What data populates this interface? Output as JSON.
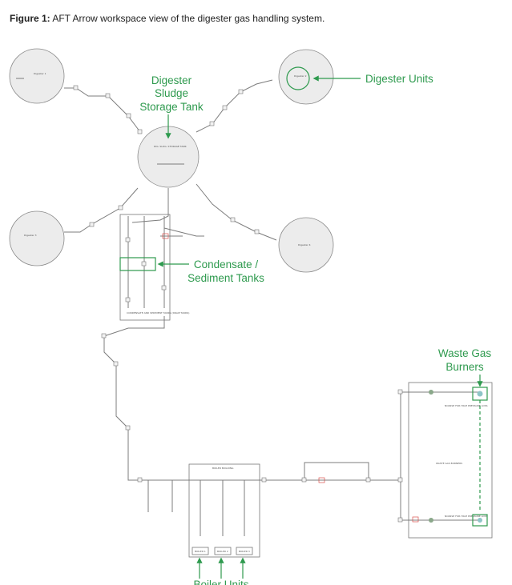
{
  "caption": {
    "prefix": "Figure 1:",
    "text": " AFT Arrow workspace view of the digester gas handling system."
  },
  "annotations": {
    "digester_units": "Digester Units",
    "storage_tank": [
      "Digester",
      "Sludge",
      "Storage Tank"
    ],
    "condensate": [
      "Condensate /",
      "Sediment Tanks"
    ],
    "waste_gas": [
      "Waste Gas",
      "Burners"
    ],
    "boiler_units": "Boiler Units"
  },
  "labels": {
    "digester1": "Digester 1",
    "digester2": "Digester 2",
    "digester3": "Digester 3",
    "digester4": "Digester 4",
    "storage": "DIG. SLDG. STORAGE TANK",
    "boiler_building": "BOILER BUILDING",
    "waste_gas_burners": "WASTE GAS BURNERS",
    "condensate_box": "CONDENSATE AND SEDIMENT TANKS (DRAIP TANKS)",
    "boiler1": "BOILER 1",
    "boiler2": "BOILER 2",
    "boiler3": "BOILER 3",
    "nozzle_upper": "NOZZLE FOR HIGH PRESSURE LOSS",
    "nozzle_lower": "NOZZLE FOR HIGH PRESSURE LOSS"
  },
  "colors": {
    "accent": "#2e9a4e",
    "pipe": "#7c7c7c",
    "valve": "#d9534f"
  }
}
